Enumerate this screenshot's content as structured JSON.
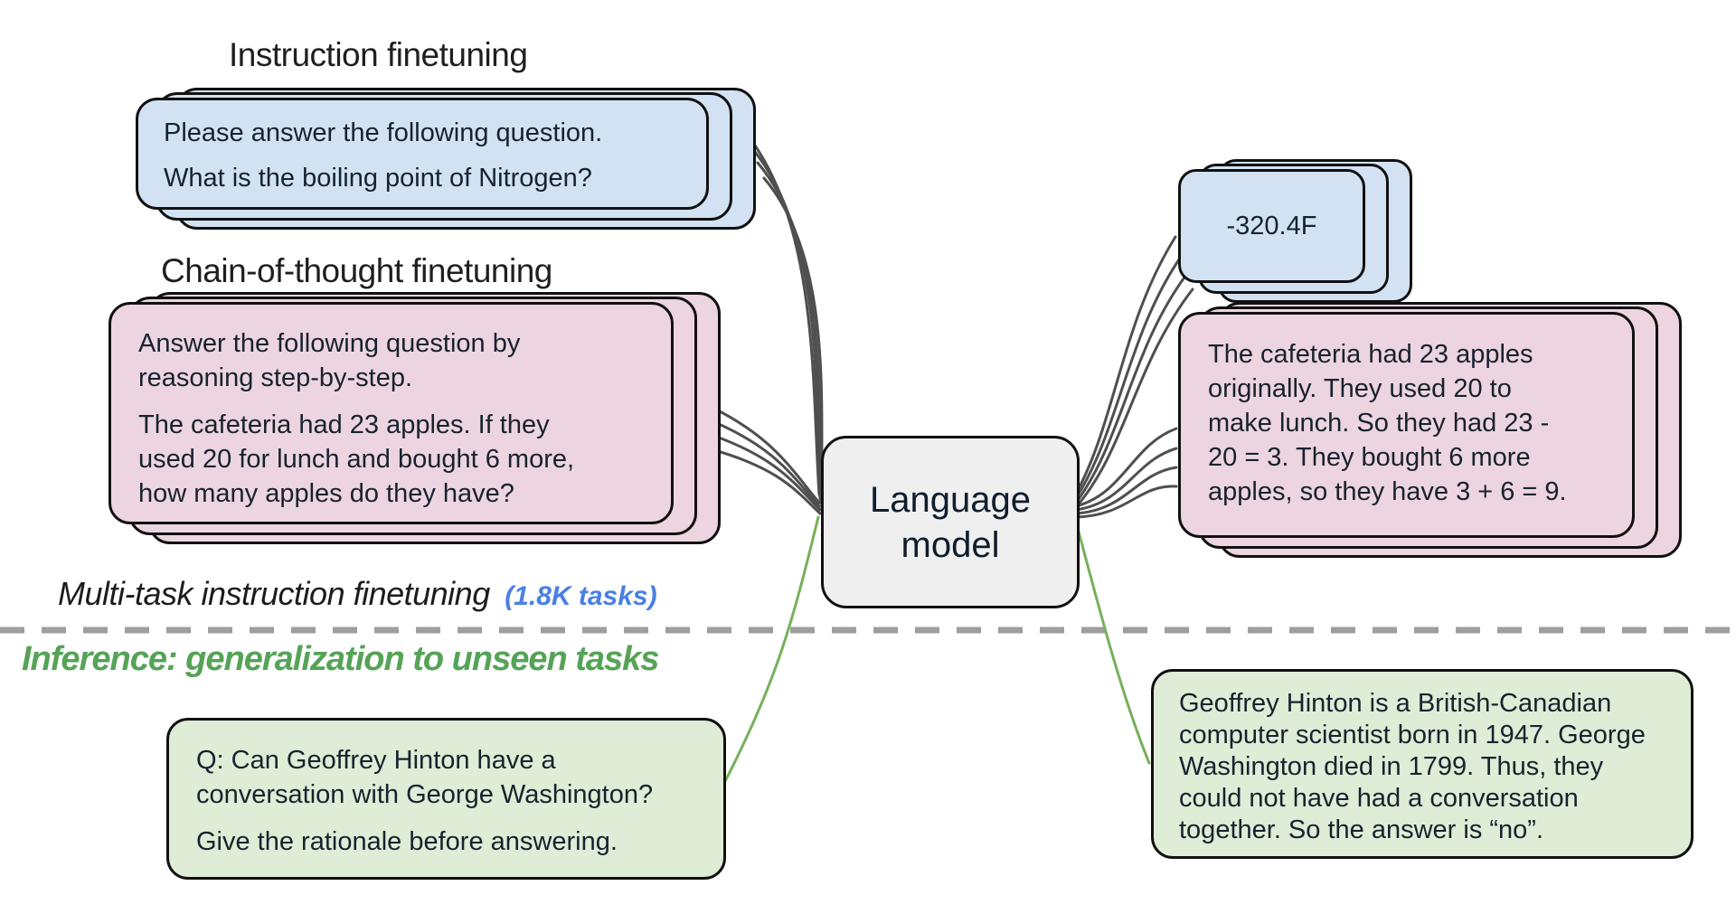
{
  "headings": {
    "instruction": "Instruction finetuning",
    "chain_of_thought": "Chain-of-thought finetuning",
    "multitask": "Multi-task instruction finetuning",
    "multitask_badge": "(1.8K tasks)",
    "inference": "Inference: generalization to unseen tasks"
  },
  "language_model": {
    "label_lines": [
      "Language",
      "model"
    ]
  },
  "cards": {
    "instruction_prompt": {
      "paragraph1": [
        "Please answer the following question."
      ],
      "paragraph2": [
        "What is the boiling point of Nitrogen?"
      ]
    },
    "cot_prompt": {
      "paragraph1": [
        "Answer the following question by",
        "reasoning step-by-step."
      ],
      "paragraph2": [
        "The cafeteria had 23 apples. If they",
        "used 20 for lunch and bought 6 more,",
        "how many apples do they have?"
      ]
    },
    "inference_prompt": {
      "paragraph1": [
        "Q: Can Geoffrey Hinton have a",
        "conversation with George Washington?"
      ],
      "paragraph2": [
        "Give the rationale before answering."
      ]
    },
    "instruction_answer": {
      "paragraph1": [
        "-320.4F"
      ]
    },
    "cot_answer": {
      "paragraph1": [
        "The cafeteria had 23 apples",
        "originally. They used 20 to",
        "make lunch. So they had 23 -",
        "20 = 3. They bought 6 more",
        "apples, so they have 3 + 6 = 9."
      ]
    },
    "inference_answer": {
      "paragraph1": [
        "Geoffrey Hinton is a British-Canadian",
        "computer scientist born in 1947. George",
        "Washington died in 1799. Thus, they",
        "could not have had a conversation",
        "together. So the answer is “no”."
      ]
    }
  },
  "colors": {
    "prompt_blue": "#d2e2f3",
    "prompt_pink": "#ecd5e0",
    "prompt_green": "#dfecd6",
    "model_gray": "#efefef",
    "card_border": "#111111",
    "accent_blue": "#4a80e4",
    "accent_green": "#55a357",
    "connector_gray": "#4f4f4f",
    "connector_green": "#77b05c",
    "divider_gray": "#9e9e9e"
  }
}
